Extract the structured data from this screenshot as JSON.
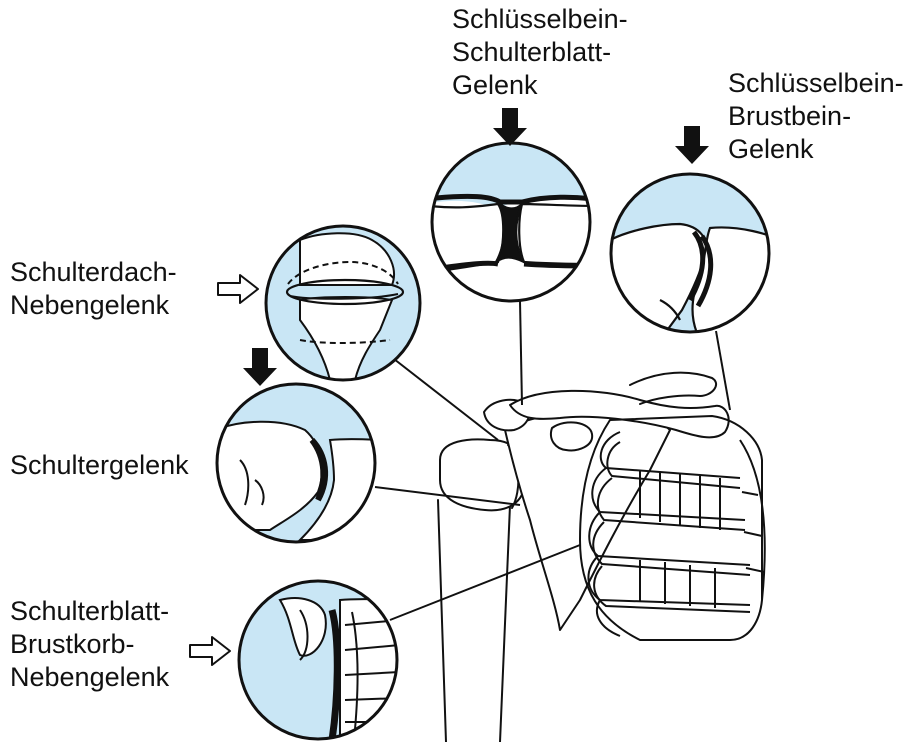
{
  "labels": {
    "acj": [
      "Schlüsselbein-",
      "Schulterblatt-",
      "Gelenk"
    ],
    "scj": [
      "Schlüsselbein-",
      "Brustbein-",
      "Gelenk"
    ],
    "subacromial": [
      "Schulterdach-",
      "Nebengelenk"
    ],
    "glenohumeral": [
      "Schultergelenk"
    ],
    "scapulothoracic": [
      "Schulterblatt-",
      "Brustkorb-",
      "Nebengelenk"
    ]
  },
  "colors": {
    "bubble_fill": "#c9e6f5",
    "line": "#111111",
    "cartilage": "#111111",
    "background": "#ffffff"
  },
  "icons": {
    "down_arrow": "solid-down-arrow-icon",
    "right_arrow": "outline-right-arrow-icon"
  }
}
